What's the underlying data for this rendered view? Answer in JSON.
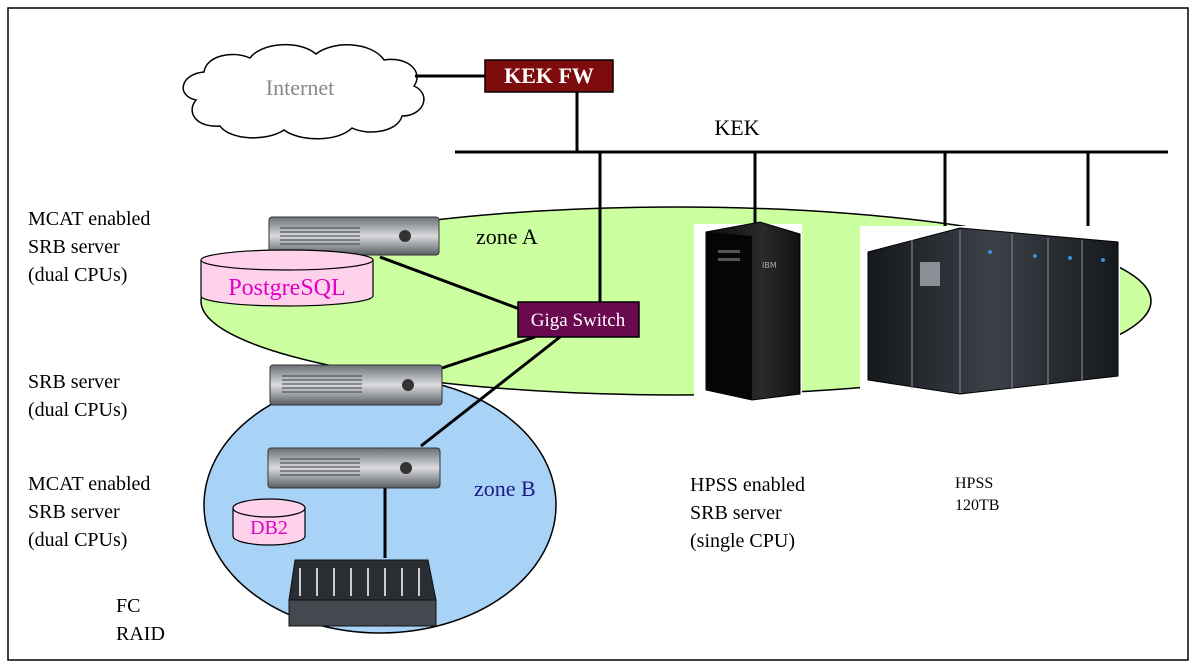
{
  "nodes": {
    "internet": "Internet",
    "kek_fw": "KEK FW",
    "kek": "KEK",
    "zone_a": "zone A",
    "zone_b": "zone B",
    "giga_switch": "Giga Switch",
    "postgresql": "PostgreSQL",
    "db2": "DB2"
  },
  "labels": {
    "mcat_server_1": [
      "MCAT enabled",
      "SRB server",
      "(dual CPUs)"
    ],
    "srb_server": [
      "SRB server",
      "(dual CPUs)"
    ],
    "mcat_server_2": [
      "MCAT enabled",
      "SRB server",
      "(dual CPUs)"
    ],
    "fc_raid": [
      "FC",
      "RAID"
    ],
    "hpss_srb": [
      "HPSS enabled",
      "SRB server",
      "(single CPU)"
    ],
    "hpss": [
      "HPSS",
      "120TB"
    ]
  },
  "colors": {
    "zone_a_fill": "#ccffa0",
    "zone_b_fill": "#a9d3f6",
    "kek_fw_fill": "#7f0c0c",
    "giga_switch_fill": "#6a0850",
    "db_fill": "#ffd2ec",
    "db_text": "#e100c8",
    "zone_b_text": "#1a1a8a",
    "internet_text": "#888888"
  },
  "icons": {
    "server_rack_1": "rack-server-icon",
    "server_rack_2": "rack-server-icon",
    "server_rack_3": "rack-server-icon",
    "raid": "disk-array-icon",
    "tower": "tower-server-icon",
    "hpss": "tape-library-icon"
  }
}
